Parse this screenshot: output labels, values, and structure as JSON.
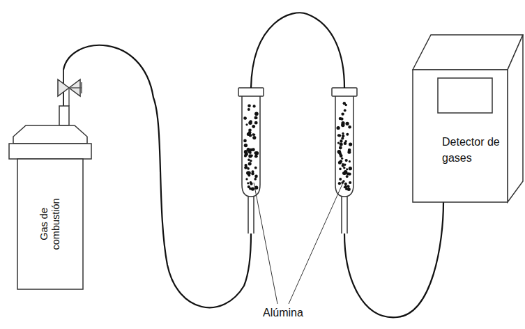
{
  "diagram": {
    "nodes": [
      {
        "text": [
          "Gas de combustión"
        ]
      },
      {
        "text": [
          "Detector de gases"
        ]
      }
    ],
    "edges": [
      {
        "from": 0,
        "to": 1,
        "arrow": "none"
      }
    ],
    "labels": [
      "Alúmina"
    ]
  }
}
